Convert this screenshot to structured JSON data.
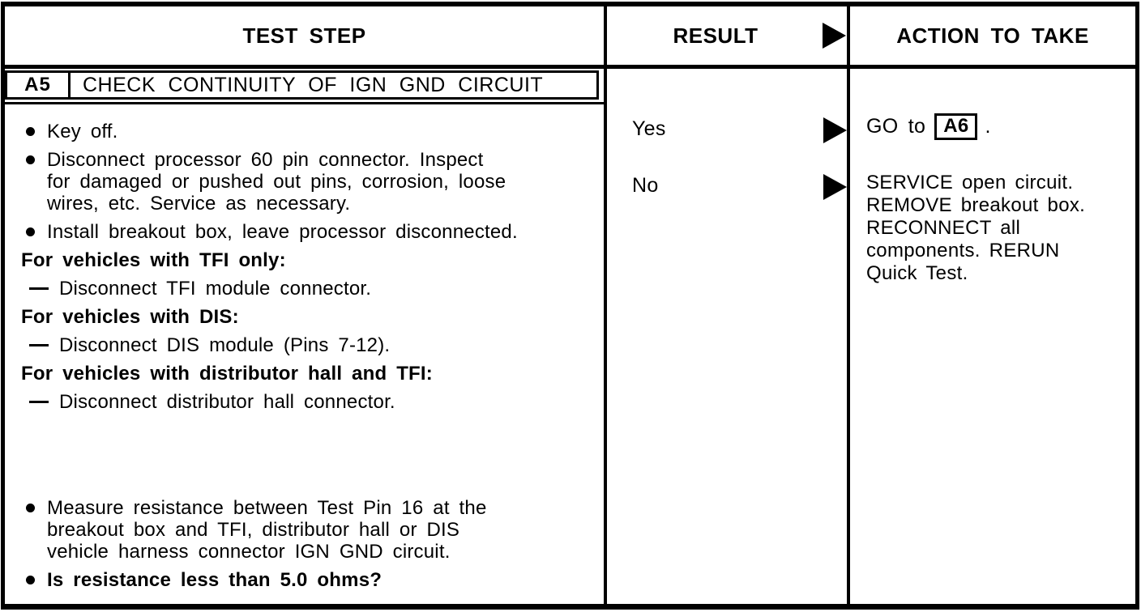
{
  "colors": {
    "ink": "#000000",
    "paper": "#ffffff"
  },
  "header": {
    "test_step": "TEST STEP",
    "result": "RESULT",
    "action": "ACTION TO TAKE",
    "result_arrow_icon": "arrow-right-icon"
  },
  "step": {
    "id": "A5",
    "title": "CHECK CONTINUITY OF IGN GND CIRCUIT",
    "items": [
      {
        "type": "bullet",
        "icon": "bullet-icon",
        "text": "Key off."
      },
      {
        "type": "bullet",
        "icon": "bullet-icon",
        "text": "Disconnect processor 60 pin connector. Inspect\nfor damaged or pushed out pins, corrosion, loose\nwires, etc. Service as necessary."
      },
      {
        "type": "bullet",
        "icon": "bullet-icon",
        "text": "Install breakout box, leave processor disconnected."
      },
      {
        "type": "heading",
        "text": "For vehicles with TFI only:"
      },
      {
        "type": "dash",
        "icon": "dash-icon",
        "text": "Disconnect TFI module connector."
      },
      {
        "type": "heading",
        "text": "For vehicles with DIS:"
      },
      {
        "type": "dash",
        "icon": "dash-icon",
        "text": "Disconnect DIS module (Pins 7-12)."
      },
      {
        "type": "heading",
        "text": "For vehicles with distributor hall and TFI:"
      },
      {
        "type": "dash",
        "icon": "dash-icon",
        "text": "Disconnect distributor hall connector.",
        "gap_after": true
      },
      {
        "type": "bullet",
        "icon": "bullet-icon",
        "gap_before": true,
        "text": "Measure resistance between Test Pin 16 at the\nbreakout box and TFI, distributor hall or DIS\nvehicle harness connector IGN GND circuit."
      },
      {
        "type": "bullet",
        "icon": "bullet-icon",
        "bold": true,
        "text": "Is resistance less than 5.0 ohms?"
      }
    ]
  },
  "results": {
    "yes": {
      "label": "Yes",
      "arrow_icon": "arrow-right-icon"
    },
    "no": {
      "label": "No",
      "arrow_icon": "arrow-right-icon"
    }
  },
  "actions": {
    "yes": {
      "prefix": "GO to",
      "step_ref": "A6",
      "suffix": "."
    },
    "no": {
      "text": "SERVICE open circuit.\nREMOVE breakout box.\nRECONNECT all\ncomponents. RERUN\nQuick Test."
    }
  }
}
